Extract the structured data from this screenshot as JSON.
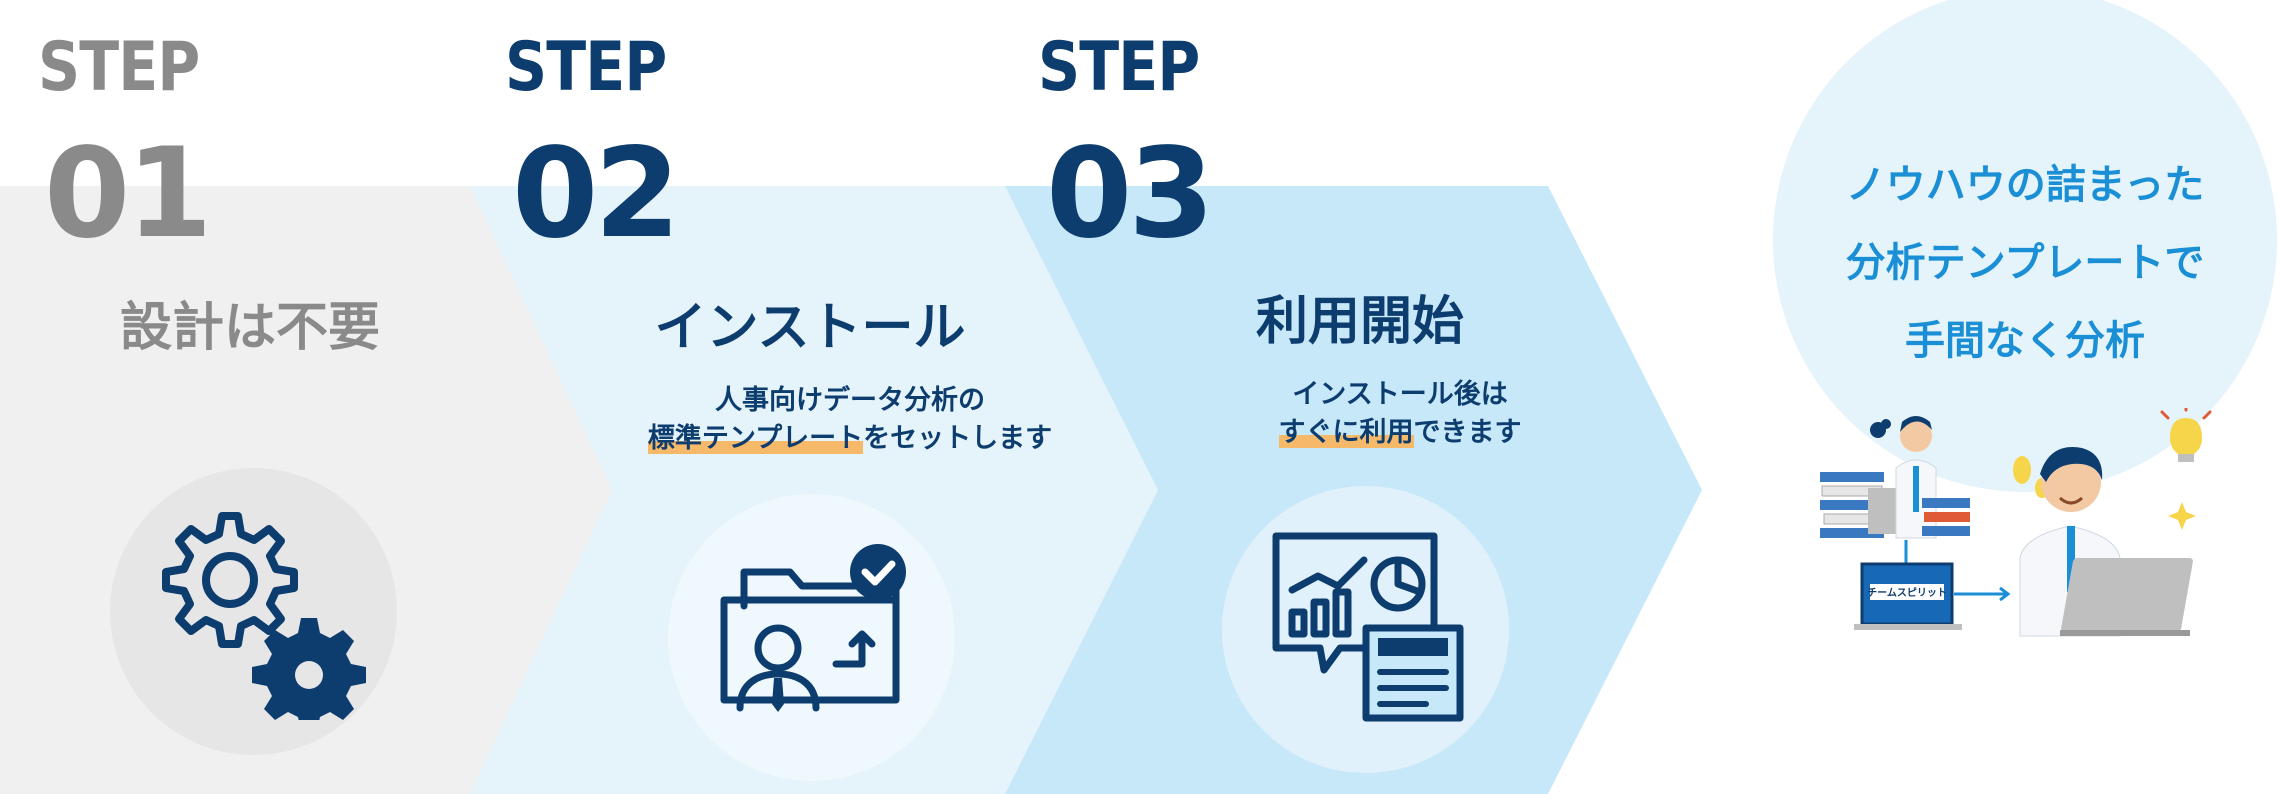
{
  "steps": [
    {
      "label": "STEP",
      "number": "01",
      "title": "設計は不要",
      "icon": "gears-icon"
    },
    {
      "label": "STEP",
      "number": "02",
      "title": "インストール",
      "desc_line1": "人事向けデータ分析の",
      "desc_line2_highlight": "標準テンプレート",
      "desc_line2_rest": "をセットします",
      "icon": "folder-install-icon"
    },
    {
      "label": "STEP",
      "number": "03",
      "title": "利用開始",
      "desc_line1": "インストール後は",
      "desc_line2_highlight": "すぐに利用",
      "desc_line2_rest": "できます",
      "icon": "analytics-report-icon"
    }
  ],
  "result": {
    "line1": "ノウハウの詰まった",
    "line2": "分析テンプレートで",
    "line3": "手間なく分析",
    "laptop_logo": "チームスピリット"
  },
  "colors": {
    "step1_bg": "#f0f0f0",
    "step2_bg": "#e5f3fa",
    "step3_bg": "#c7e8f9",
    "navy": "#0d3d6e",
    "gray_text": "#8a8a8a",
    "accent_blue": "#1a8fd6",
    "highlight": "#f6b96a"
  }
}
